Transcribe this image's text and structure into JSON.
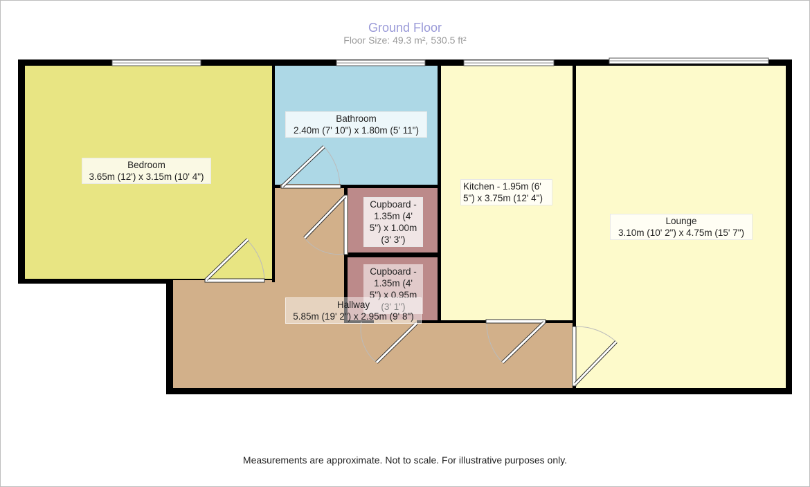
{
  "header": {
    "title": "Ground Floor",
    "subtitle": "Floor Size: 49.3 m², 530.5 ft²"
  },
  "rooms": {
    "bedroom": {
      "name": "Bedroom",
      "dims": "3.65m (12') x 3.15m (10' 4\")"
    },
    "bathroom": {
      "name": "Bathroom",
      "dims": "2.40m (7' 10\") x 1.80m (5' 11\")"
    },
    "kitchen": {
      "name": "Kitchen - 1.95m (6'",
      "dims": "5\") x 3.75m (12' 4\")"
    },
    "lounge": {
      "name": "Lounge",
      "dims": "3.10m (10' 2\") x 4.75m (15' 7\")"
    },
    "cupboard1": {
      "line1": "Cupboard -",
      "line2": "1.35m (4'",
      "line3": "5\") x 1.00m",
      "line4": "(3' 3\")"
    },
    "cupboard2": {
      "line1": "Cupboard -",
      "line2": "1.35m (4'",
      "line3": "5\") x 0.95m",
      "line4": "(3' 1\")"
    },
    "hallway": {
      "name": "Hallway",
      "dims": "5.85m (19' 2\") x 2.95m (9' 8\")"
    }
  },
  "colors": {
    "bedroom": "#e8e583",
    "bathroom": "#add8e6",
    "kitchen": "#fdfacb",
    "lounge": "#fdfacb",
    "cupboard": "#bc8a8a",
    "hallway": "#d2b08a",
    "wall": "#000000"
  },
  "footer": {
    "disclaimer": "Measurements are approximate. Not to scale. For illustrative purposes only."
  }
}
